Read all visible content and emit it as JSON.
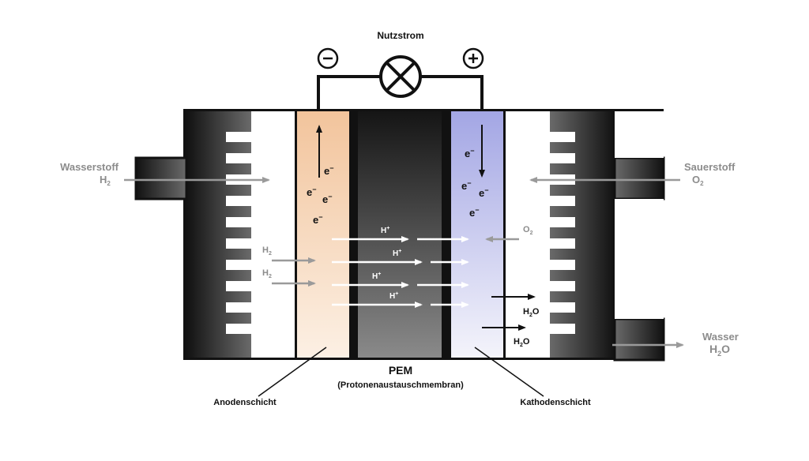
{
  "circuit": {
    "label": "Nutzstrom",
    "minus": "−",
    "plus": "+"
  },
  "inputs": {
    "hydrogen_name": "Wasserstoff",
    "hydrogen_formula_base": "H",
    "hydrogen_formula_sub": "2",
    "oxygen_name": "Sauerstoff",
    "oxygen_formula_base": "O",
    "oxygen_formula_sub": "2"
  },
  "outputs": {
    "water_name": "Wasser",
    "water_base1": "H",
    "water_sub": "2",
    "water_base2": "O"
  },
  "membrane": {
    "title": "PEM",
    "subtitle": "(Protonenaustauschmembran)"
  },
  "callouts": {
    "anode": "Anodenschicht",
    "cathode": "Kathodenschicht"
  },
  "particles": {
    "electron": "e",
    "electron_sup": "−",
    "proton": "H",
    "proton_sup": "+",
    "h2_base": "H",
    "h2_sub": "2",
    "o2_base": "O",
    "o2_sub": "2",
    "water_base1": "H",
    "water_sub": "2",
    "water_base2": "O"
  },
  "colors": {
    "anode_fill": "#f3c9a2",
    "cathode_fill": "#a9ace6",
    "dark": "#1a1a1a",
    "grey_label": "#8c8c8c"
  }
}
